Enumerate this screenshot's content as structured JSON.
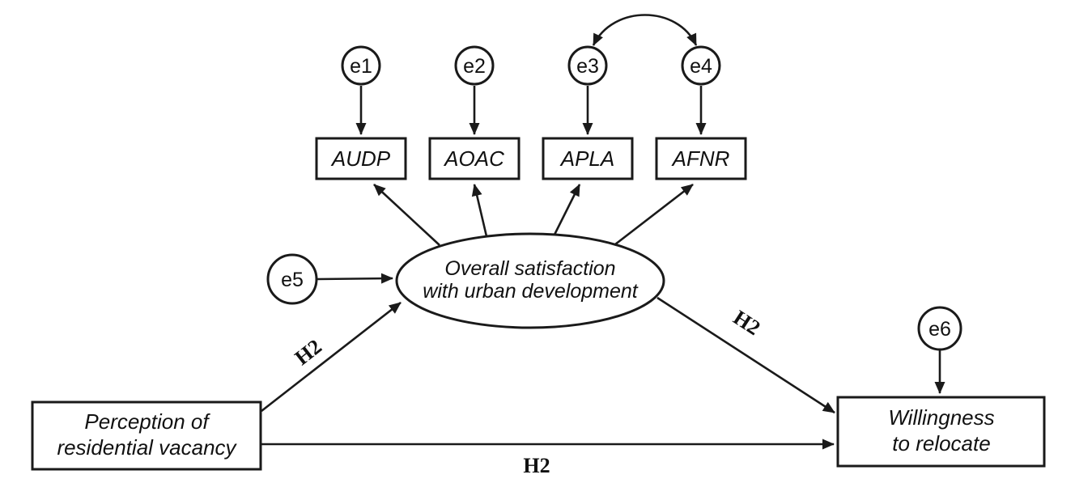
{
  "colors": {
    "ink": "#1a1a1a",
    "background": "#ffffff"
  },
  "nodes": {
    "errors": [
      {
        "label": "e1"
      },
      {
        "label": "e2"
      },
      {
        "label": "e3"
      },
      {
        "label": "e4"
      },
      {
        "label": "e5"
      },
      {
        "label": "e6"
      }
    ],
    "indicators": [
      {
        "label": "AUDP"
      },
      {
        "label": "AOAC"
      },
      {
        "label": "APLA"
      },
      {
        "label": "AFNR"
      }
    ],
    "latent": {
      "line1": "Overall satisfaction",
      "line2": "with urban development"
    },
    "predictor": {
      "line1": "Perception of",
      "line2": "residential vacancy"
    },
    "outcome": {
      "line1": "Willingness",
      "line2": "to relocate"
    }
  },
  "paths": {
    "h2_indirect_a": "H2",
    "h2_indirect_b": "H2",
    "h2_direct": "H2"
  }
}
